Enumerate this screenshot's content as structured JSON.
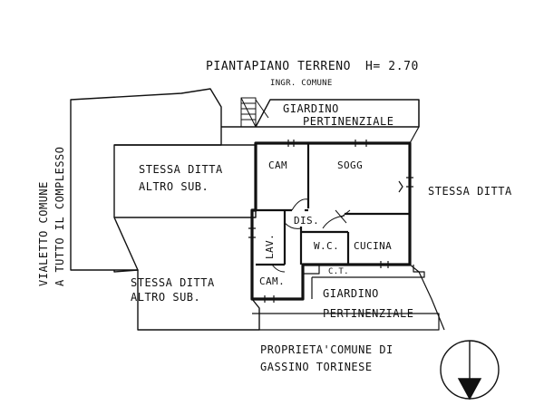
{
  "header": {
    "title": "PIANTAPIANO TERRENO",
    "height_label": "H= 2.70"
  },
  "labels": {
    "ingr_comune": "INGR. COMUNE",
    "giardino_top_1": "GIARDINO",
    "giardino_top_2": "PERTINENZIALE",
    "stessa_ditta_left_1": "STESSA DITTA",
    "stessa_ditta_left_2": "ALTRO SUB.",
    "stessa_ditta_right": "STESSA DITTA",
    "stessa_ditta_bottom_1": "STESSA DITTA",
    "stessa_ditta_bottom_2": "ALTRO SUB.",
    "giardino_bottom_1": "GIARDINO",
    "giardino_bottom_2": "PERTINENZIALE",
    "proprieta_1": "PROPRIETA'COMUNE DI",
    "proprieta_2": "GASSINO TORINESE",
    "vialetto_1": "VIALETTO COMUNE",
    "vialetto_2": "A TUTTO IL COMPLESSO"
  },
  "rooms": {
    "cam_top": "CAM",
    "sogg": "SOGG",
    "dis": "DIS.",
    "lav": "LAV.",
    "wc": "W.C.",
    "cucina": "CUCINA",
    "cam_bottom": "CAM.",
    "ct": "C.T."
  },
  "colors": {
    "ink": "#111111",
    "paper": "#ffffff"
  },
  "icons": {
    "north_arrow": "north-arrow-icon"
  }
}
